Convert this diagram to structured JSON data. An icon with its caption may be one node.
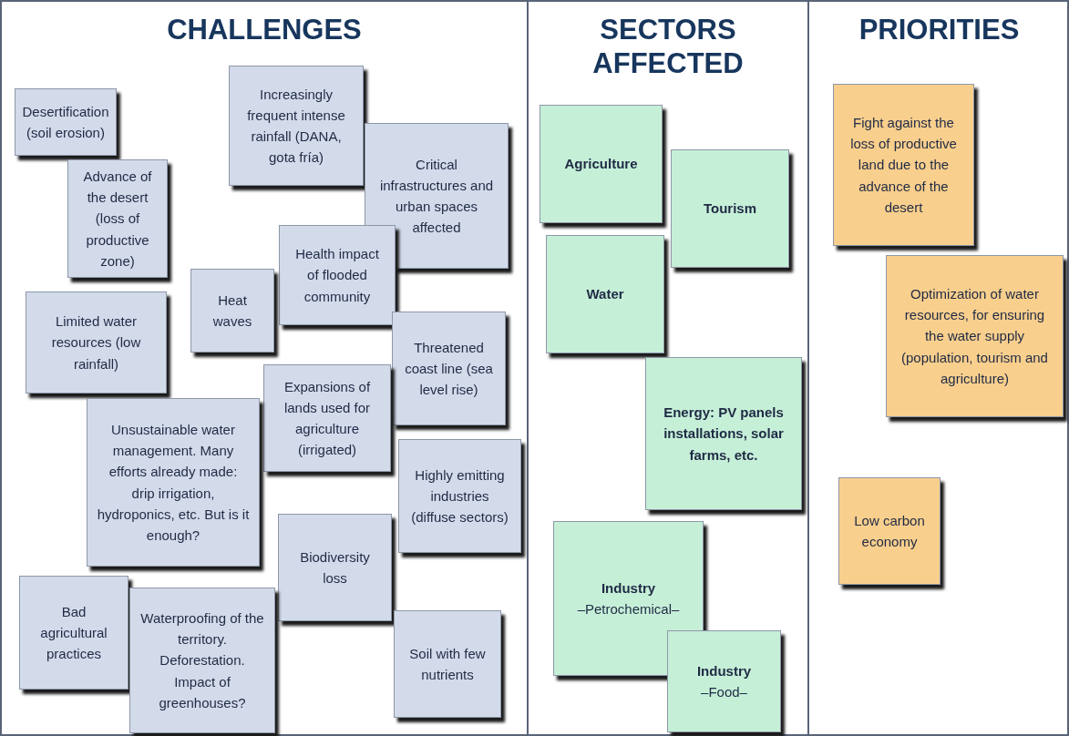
{
  "diagram": {
    "nodes": [
      {
        "text": [
          "CHALLENGES"
        ]
      },
      {
        "text": [
          "Desertification (soil erosion)"
        ],
        "in": 0
      },
      {
        "text": [
          "Increasingly frequent intense rainfall (DANA, gota fría)"
        ],
        "in": 0
      },
      {
        "text": [
          "Critical infrastructures and urban spaces affected"
        ],
        "in": 0
      },
      {
        "text": [
          "Advance of the desert (loss of productive zone)"
        ],
        "in": 0
      },
      {
        "text": [
          "Health impact of flooded community"
        ],
        "in": 0
      },
      {
        "text": [
          "Heat waves"
        ],
        "in": 0
      },
      {
        "text": [
          "Limited water resources (low rainfall)"
        ],
        "in": 0
      },
      {
        "text": [
          "Threatened coast line (sea level rise)"
        ],
        "in": 0
      },
      {
        "text": [
          "Expansions of lands used for agriculture (irrigated)"
        ],
        "in": 0
      },
      {
        "text": [
          "Unsustainable water management. Many efforts already made: drip irrigation, hydroponics, etc. But is it enough?"
        ],
        "in": 0
      },
      {
        "text": [
          "Highly emitting industries (diffuse sectors)"
        ],
        "in": 0
      },
      {
        "text": [
          "Biodiversity loss"
        ],
        "in": 0
      },
      {
        "text": [
          "Bad agricultural practices"
        ],
        "in": 0
      },
      {
        "text": [
          "Waterproofing of the territory. Deforestation. Impact of greenhouses?"
        ],
        "in": 0
      },
      {
        "text": [
          "Soil with few nutrients"
        ],
        "in": 0
      },
      {
        "text": [
          "SECTORS AFFECTED"
        ]
      },
      {
        "text": [
          "Agriculture"
        ],
        "in": 16
      },
      {
        "text": [
          "Tourism"
        ],
        "in": 16
      },
      {
        "text": [
          "Water"
        ],
        "in": 16
      },
      {
        "text": [
          "Energy: PV panels installations, solar farms, etc."
        ],
        "in": 16
      },
      {
        "text": [
          "Industry",
          "–Petrochemical–"
        ],
        "in": 16
      },
      {
        "text": [
          "Industry",
          "–Food–"
        ],
        "in": 16
      },
      {
        "text": [
          "PRIORITIES"
        ]
      },
      {
        "text": [
          "Fight against the loss of productive land due to the advance of the desert"
        ],
        "in": 23
      },
      {
        "text": [
          "Optimization of water resources, for ensuring the water supply (population, tourism and agriculture)"
        ],
        "in": 23
      },
      {
        "text": [
          "Low carbon economy"
        ],
        "in": 23
      }
    ]
  }
}
